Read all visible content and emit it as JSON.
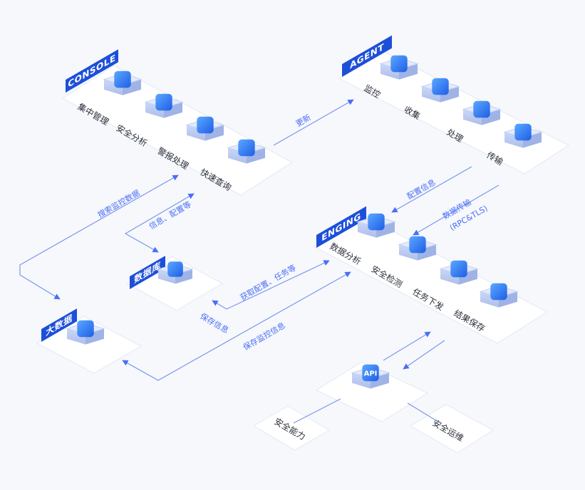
{
  "colors": {
    "accent": "#1d4fd8",
    "arrow": "#4b6ef5",
    "panel": "#ffffff",
    "background": "#f6f8fc"
  },
  "panels": {
    "console": {
      "tag": "CONSOLE",
      "items": [
        "集中管理",
        "安全分析",
        "警报处理",
        "快速查询"
      ],
      "icons": [
        "gear-icon",
        "chart-icon",
        "alert-icon",
        "search-icon"
      ]
    },
    "agent": {
      "tag": "AGENT",
      "items": [
        "监控",
        "收集",
        "处理",
        "传输"
      ],
      "icons": [
        "monitor-icon",
        "collect-icon",
        "process-icon",
        "transfer-icon"
      ]
    },
    "engine": {
      "tag": "ENGING",
      "items": [
        "数据分析",
        "安全检测",
        "任务下发",
        "结果保存"
      ],
      "icons": [
        "analysis-icon",
        "shield-icon",
        "dispatch-icon",
        "save-icon"
      ]
    },
    "database": {
      "tag": "数据库",
      "icon": "database-icon"
    },
    "bigdata": {
      "tag": "大数据",
      "icon": "cubes-icon"
    },
    "api": {
      "label": "API",
      "icon": "api-icon"
    },
    "safety_capability": {
      "label": "安全能力"
    },
    "safety_ops": {
      "label": "安全运维"
    }
  },
  "flows": {
    "update": "更新",
    "search_monitor": "搜索监控数据",
    "info_config": "信息、配置等",
    "config_info": "配置信息",
    "data_transfer": "数据传输",
    "data_transfer_note": "(RPC&TLS)",
    "get_config_task": "获取配置、任务等",
    "save_info": "保存信息",
    "save_monitor_info": "保存监控信息"
  }
}
